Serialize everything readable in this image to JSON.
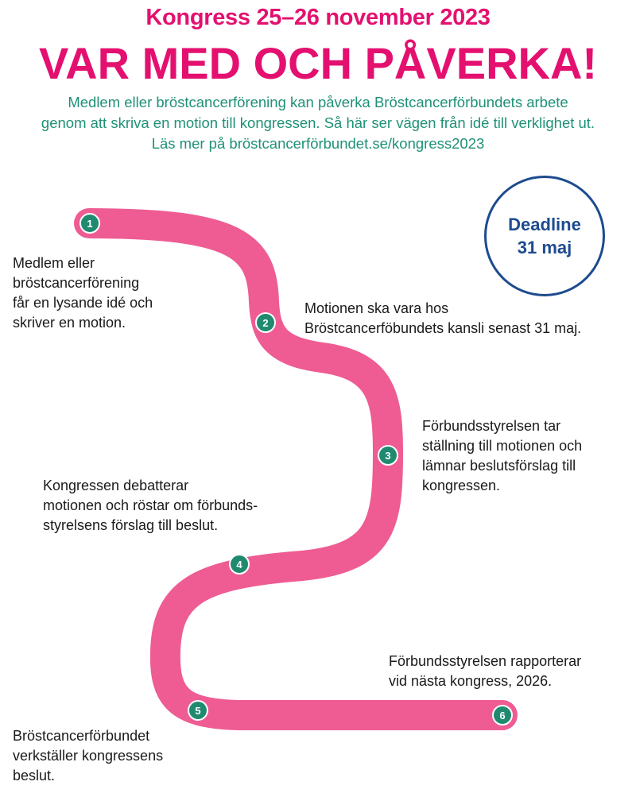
{
  "header": {
    "kongress": "Kongress 25–26 november 2023",
    "headline": "VAR MED OCH PÅVERKA!",
    "intro_lines": [
      "Medlem eller bröstcancerförening kan påverka Bröstcancerförbundets arbete",
      "genom att skriva en motion till kongressen. Så här ser vägen från idé till verklighet ut.",
      "Läs mer på bröstcancerförbundet.se/kongress2023"
    ]
  },
  "deadline": {
    "line1": "Deadline",
    "line2": "31 maj"
  },
  "colors": {
    "pink": "#e4106f",
    "path": "#ee5c93",
    "teal": "#1f9177",
    "marker": "#1f8a6f",
    "navy": "#1d4b8f"
  },
  "steps": [
    {
      "number": "1",
      "lines": [
        "Medlem eller",
        "bröstcancerförening",
        "får en lysande idé och",
        "skriver en motion."
      ]
    },
    {
      "number": "2",
      "lines": [
        "Motionen ska vara hos",
        "Bröstcancerföbundets kansli senast 31 maj."
      ]
    },
    {
      "number": "3",
      "lines": [
        "Förbundsstyrelsen tar",
        "ställning till motionen och",
        "lämnar beslutsförslag till",
        "kongressen."
      ]
    },
    {
      "number": "4",
      "lines": [
        "Kongressen debatterar",
        "motionen och röstar om förbunds-",
        "styrelsens förslag till beslut."
      ]
    },
    {
      "number": "5",
      "lines": [
        "Bröstcancerförbundet",
        "verkställer kongressens",
        "beslut."
      ]
    },
    {
      "number": "6",
      "lines": [
        "Förbundsstyrelsen rapporterar",
        "vid nästa kongress, 2026."
      ]
    }
  ]
}
